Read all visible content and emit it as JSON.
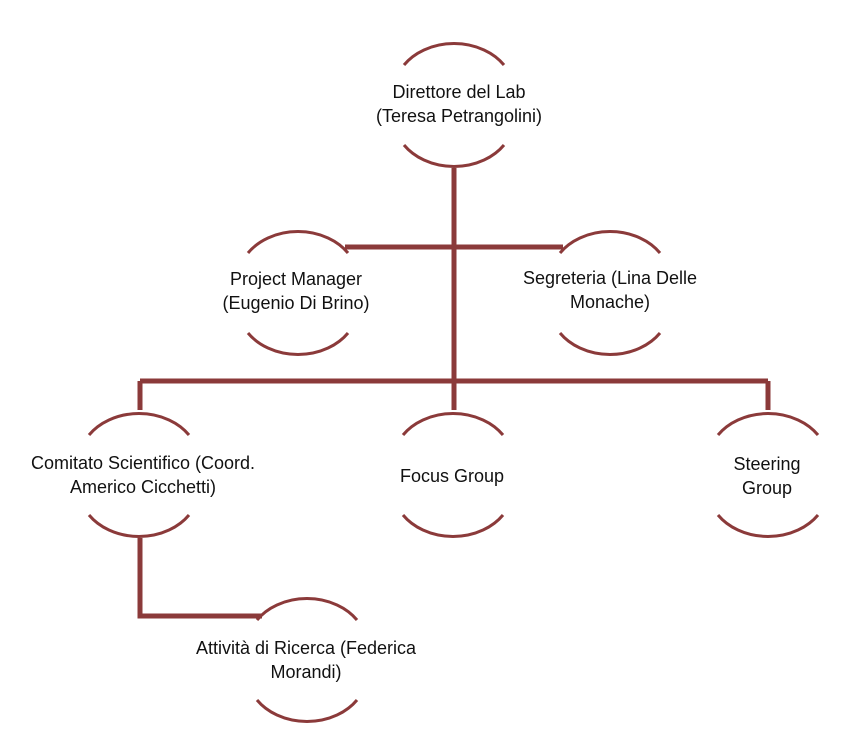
{
  "diagram": {
    "line_color": "#8b3a3a",
    "nodes": [
      {
        "id": "director",
        "text": "Direttore del Lab\n(Teresa Petrangolini)"
      },
      {
        "id": "pm",
        "text": "Project Manager\n(Eugenio Di Brino)"
      },
      {
        "id": "segreteria",
        "text": "Segreteria (Lina Delle\nMonache)"
      },
      {
        "id": "comitato",
        "text": "Comitato Scientifico (Coord.\nAmerico Cicchetti)"
      },
      {
        "id": "focus",
        "text": "Focus Group"
      },
      {
        "id": "steering",
        "text": "Steering Group"
      },
      {
        "id": "ricerca",
        "text": "Attività di Ricerca (Federica\nMorandi)"
      }
    ]
  }
}
